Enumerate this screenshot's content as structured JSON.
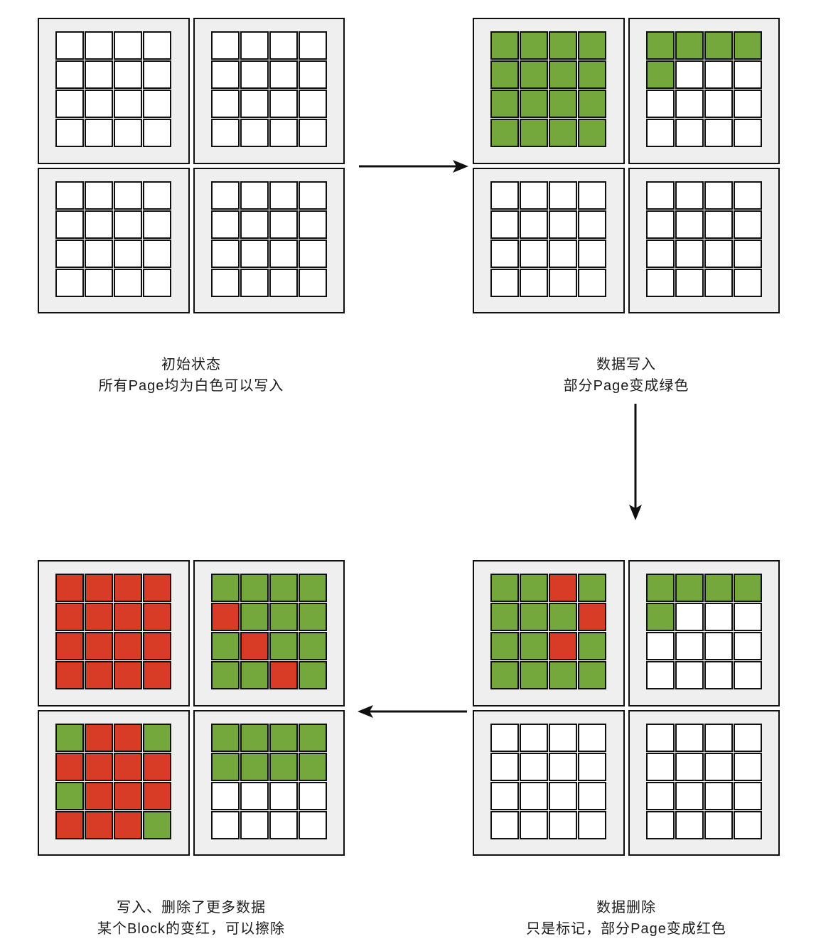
{
  "diagram": {
    "colors": {
      "background": "#ffffff",
      "block_background": "#efefef",
      "grid_line": "#101010",
      "text": "#1c1c1c",
      "page_free": "#ffffff",
      "page_written": "#74a83c",
      "page_deleted": "#d83b26"
    },
    "cell_state_legend": {
      "W": "free-white",
      "G": "written-green",
      "R": "deleted-red"
    },
    "panels": [
      {
        "id": "initial",
        "position": "top-left",
        "caption_line1": "初始状态",
        "caption_line2": "所有Page均为白色可以写入",
        "blocks": [
          [
            "WWWW",
            "WWWW",
            "WWWW",
            "WWWW"
          ],
          [
            "WWWW",
            "WWWW",
            "WWWW",
            "WWWW"
          ],
          [
            "WWWW",
            "WWWW",
            "WWWW",
            "WWWW"
          ],
          [
            "WWWW",
            "WWWW",
            "WWWW",
            "WWWW"
          ]
        ]
      },
      {
        "id": "written",
        "position": "top-right",
        "caption_line1": "数据写入",
        "caption_line2": "部分Page变成绿色",
        "blocks": [
          [
            "GGGG",
            "GGGG",
            "GGGG",
            "GGGG"
          ],
          [
            "GGGG",
            "GWWW",
            "WWWW",
            "WWWW"
          ],
          [
            "WWWW",
            "WWWW",
            "WWWW",
            "WWWW"
          ],
          [
            "WWWW",
            "WWWW",
            "WWWW",
            "WWWW"
          ]
        ]
      },
      {
        "id": "more-writes",
        "position": "bottom-left",
        "caption_line1": "写入、删除了更多数据",
        "caption_line2": "某个Block的变红，可以擦除",
        "blocks": [
          [
            "RRRR",
            "RRRR",
            "RRRR",
            "RRRR"
          ],
          [
            "GGGG",
            "RGGG",
            "GRGG",
            "GGRG"
          ],
          [
            "GRRG",
            "RRRR",
            "GRRR",
            "RRRG"
          ],
          [
            "GGGG",
            "GGGG",
            "WWWW",
            "WWWW"
          ]
        ]
      },
      {
        "id": "deleted",
        "position": "bottom-right",
        "caption_line1": "数据删除",
        "caption_line2": "只是标记，部分Page变成红色",
        "blocks": [
          [
            "GGRG",
            "GGGR",
            "GGRG",
            "GGGG"
          ],
          [
            "GGGG",
            "GWWW",
            "WWWW",
            "WWWW"
          ],
          [
            "WWWW",
            "WWWW",
            "WWWW",
            "WWWW"
          ],
          [
            "WWWW",
            "WWWW",
            "WWWW",
            "WWWW"
          ]
        ]
      }
    ],
    "arrows": [
      {
        "direction": "right",
        "from": "initial",
        "to": "written"
      },
      {
        "direction": "down",
        "from": "written",
        "to": "deleted"
      },
      {
        "direction": "left",
        "from": "deleted",
        "to": "more-writes"
      }
    ]
  }
}
